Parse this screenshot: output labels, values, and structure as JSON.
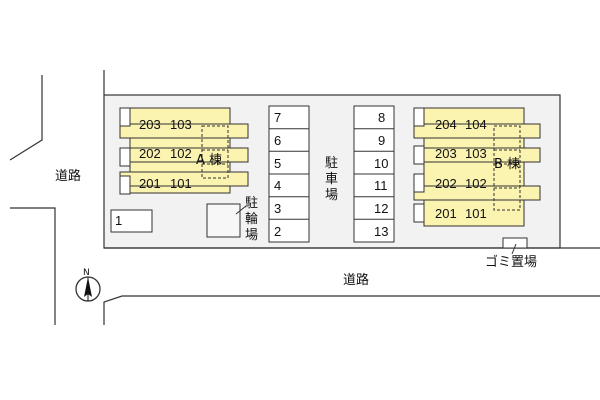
{
  "road_left_label": "道路",
  "road_bottom_label": "道路",
  "parking_label": [
    "駐",
    "車",
    "場"
  ],
  "bicycle_label": [
    "駐",
    "輪",
    "場"
  ],
  "garbage_label": "ゴミ置場",
  "north_label": "N",
  "building_a": {
    "label": "A 棟",
    "floors": [
      {
        "left": "203",
        "right": "103"
      },
      {
        "left": "202",
        "right": "102"
      },
      {
        "left": "201",
        "right": "101"
      }
    ]
  },
  "building_b": {
    "label": "B 棟",
    "floors": [
      {
        "left": "204",
        "right": "104"
      },
      {
        "left": "203",
        "right": "103"
      },
      {
        "left": "202",
        "right": "102"
      },
      {
        "left": "201",
        "right": "101"
      }
    ]
  },
  "parking_left_column": [
    "7",
    "6",
    "5",
    "4",
    "3",
    "2"
  ],
  "parking_right_column": [
    "8",
    "9",
    "10",
    "11",
    "12",
    "13"
  ],
  "parking_single": "1",
  "colors": {
    "site": "#f2f2f2",
    "building": "#fbf3b0",
    "line": "#333333"
  }
}
